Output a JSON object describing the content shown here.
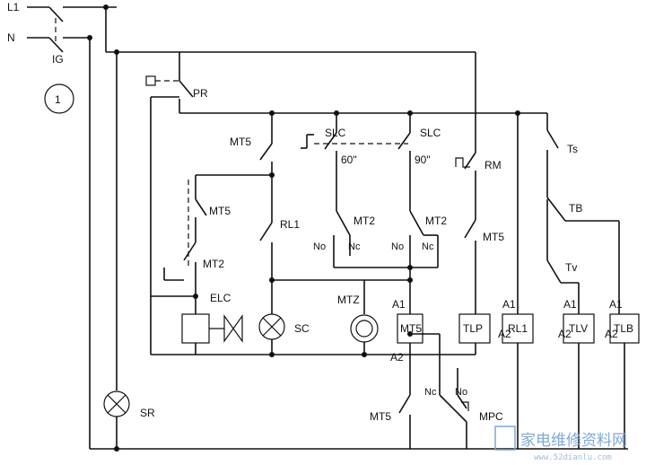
{
  "labels": {
    "l1": "L1",
    "n": "N",
    "ig": "IG",
    "circle_num": "1",
    "pr": "PR",
    "slc_left": "SLC",
    "slc_right": "SLC",
    "t60": "60\"",
    "t90": "90\"",
    "rm": "RM",
    "ts": "Ts",
    "tb": "TB",
    "tv": "Tv",
    "mt5_top": "MT5",
    "mt5_mid": "MT5",
    "mt2_left": "MT2",
    "rl1": "RL1",
    "mt2_a": "MT2",
    "mt2_b": "MT2",
    "no_a": "No",
    "nc_a": "Nc",
    "no_b": "No",
    "nc_b": "Nc",
    "mt5_right": "MT5",
    "elc": "ELC",
    "mtz": "MTZ",
    "sc": "SC",
    "a1_1": "A1",
    "a1_2": "A1",
    "a1_3": "A1",
    "a1_4": "A1",
    "a2_1": "A2",
    "a2_2": "A2",
    "a2_3": "A2",
    "a2_4": "A2",
    "box_mt5": "MT5",
    "box_tlp": "TLP",
    "box_rl1": "RL1",
    "box_tlv": "TLV",
    "box_tlb": "TLB",
    "nc_low": "Nc",
    "no_low": "No",
    "mt5_bottom": "MT5",
    "mpc": "MPC",
    "sr": "SR"
  },
  "watermark": {
    "text": "家电维修资料网",
    "url": "www.52dianlu.com"
  }
}
